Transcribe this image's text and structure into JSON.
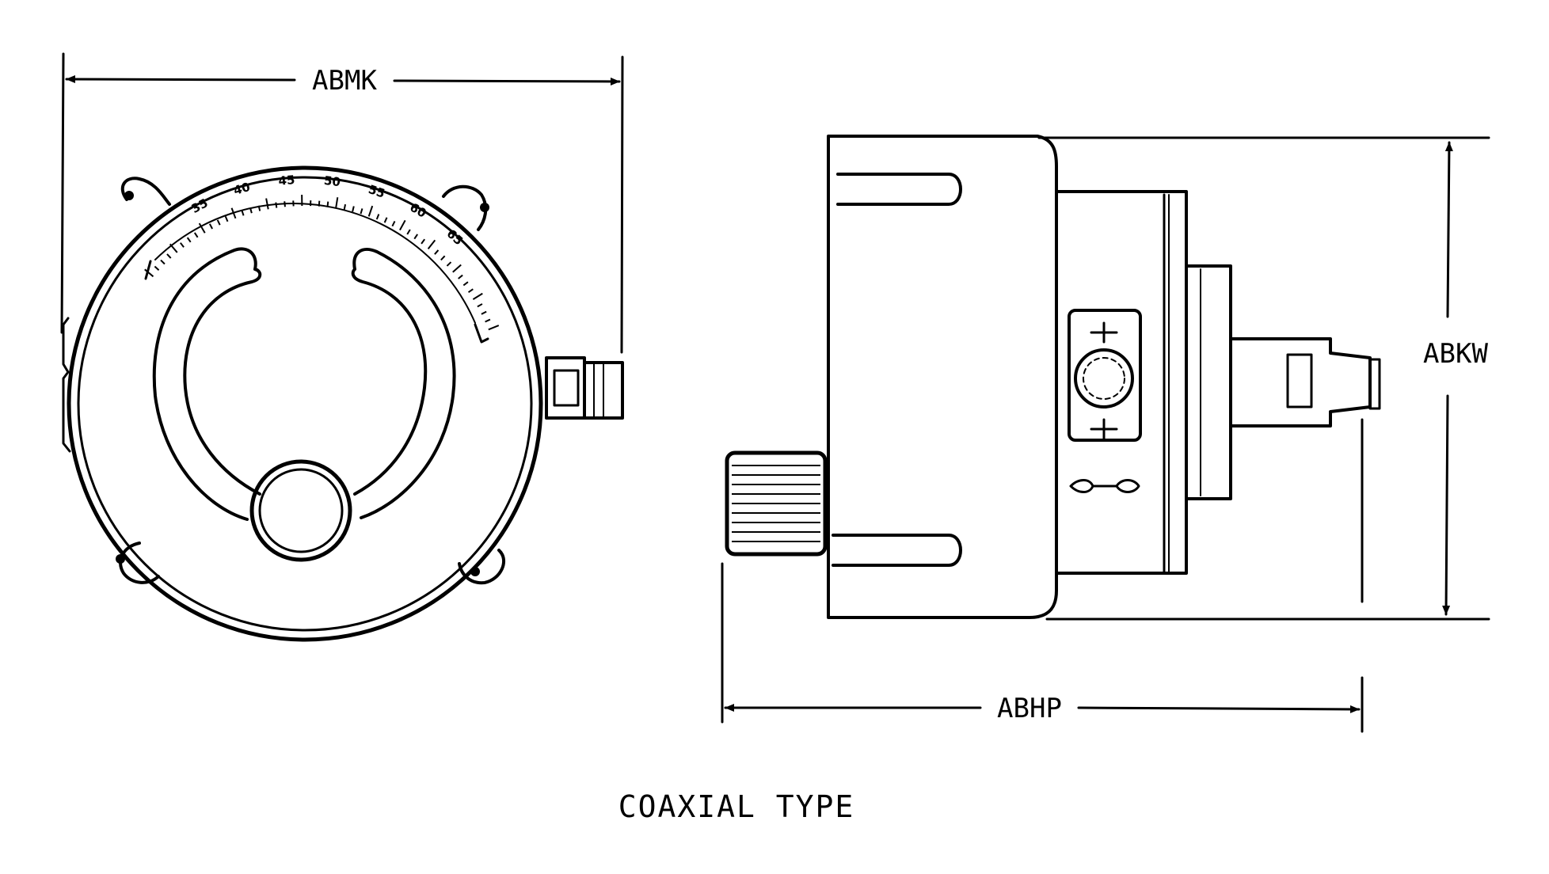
{
  "dimensions": {
    "front_width": "ABMK",
    "side_height": "ABKW",
    "side_length": "ABHP"
  },
  "caption": "COAXIAL TYPE",
  "dial_scale": {
    "labels": [
      "35",
      "40",
      "45",
      "50",
      "55",
      "60",
      "65"
    ]
  },
  "colors": {
    "ink": "#000000",
    "paper": "#ffffff"
  }
}
